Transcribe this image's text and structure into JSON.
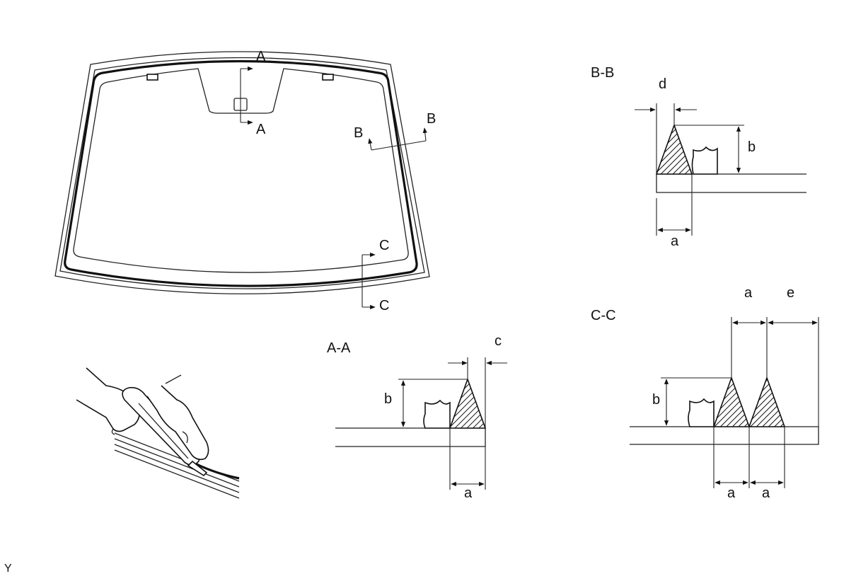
{
  "section_markers": {
    "a_top": "A",
    "a_bottom": "A",
    "b_left": "B",
    "b_right": "B",
    "c_top": "C",
    "c_bottom": "C"
  },
  "views": {
    "aa": {
      "title": "A-A",
      "labels": {
        "a": "a",
        "b": "b",
        "c": "c"
      }
    },
    "bb": {
      "title": "B-B",
      "labels": {
        "a": "a",
        "b": "b",
        "d": "d"
      }
    },
    "cc": {
      "title": "C-C",
      "labels": {
        "a_top": "a",
        "e": "e",
        "b": "b",
        "a_left": "a",
        "a_right": "a"
      }
    }
  },
  "corner_code": "Y"
}
